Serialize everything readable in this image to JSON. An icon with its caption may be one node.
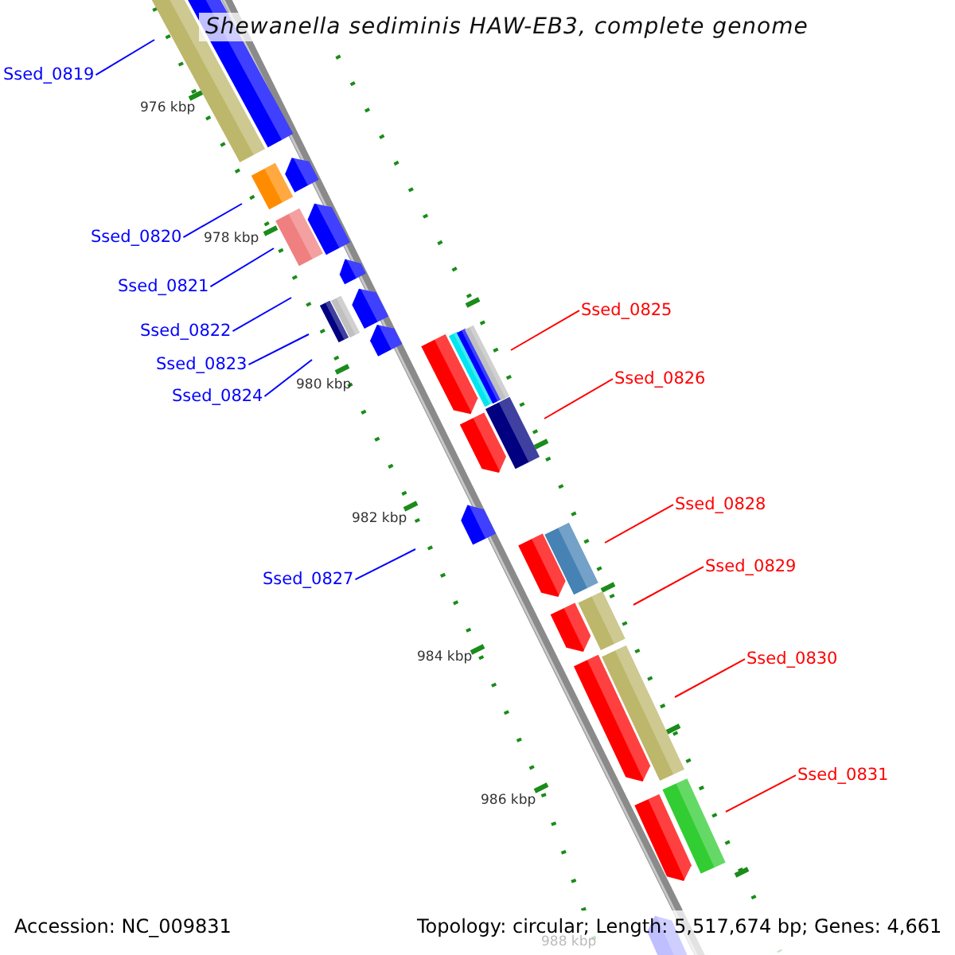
{
  "diagram": {
    "title": "Shewanella sediminis HAW-EB3, complete genome",
    "nodes": [
      {
        "text": [
          "Ssed_0819"
        ]
      },
      {
        "text": [
          "Ssed_0820"
        ]
      },
      {
        "text": [
          "Ssed_0821"
        ]
      },
      {
        "text": [
          "Ssed_0822"
        ]
      },
      {
        "text": [
          "Ssed_0823"
        ]
      },
      {
        "text": [
          "Ssed_0824"
        ]
      },
      {
        "text": [
          "Ssed_0825"
        ]
      },
      {
        "text": [
          "Ssed_0826"
        ]
      },
      {
        "text": [
          "Ssed_0827"
        ]
      },
      {
        "text": [
          "Ssed_0828"
        ]
      },
      {
        "text": [
          "Ssed_0829"
        ]
      },
      {
        "text": [
          "Ssed_0830"
        ]
      },
      {
        "text": [
          "Ssed_0831"
        ]
      }
    ],
    "edges": [
      {
        "from": 0,
        "to": null,
        "arrow": "none"
      },
      {
        "from": 1,
        "to": null,
        "arrow": "none"
      },
      {
        "from": 2,
        "to": null,
        "arrow": "none"
      },
      {
        "from": 3,
        "to": null,
        "arrow": "none"
      },
      {
        "from": 4,
        "to": null,
        "arrow": "none"
      },
      {
        "from": 5,
        "to": null,
        "arrow": "none"
      },
      {
        "from": 6,
        "to": null,
        "arrow": "none",
        "color": "#ff0000"
      },
      {
        "from": 7,
        "to": null,
        "arrow": "none",
        "color": "#ff0000"
      },
      {
        "from": 8,
        "to": null,
        "arrow": "none"
      },
      {
        "from": 9,
        "to": null,
        "arrow": "none",
        "color": "#ff0000"
      },
      {
        "from": 10,
        "to": null,
        "arrow": "none",
        "color": "#ff0000"
      },
      {
        "from": 11,
        "to": null,
        "arrow": "none",
        "color": "#ff0000"
      },
      {
        "from": 12,
        "to": null,
        "arrow": "none",
        "color": "#ff0000"
      }
    ],
    "labels": [
      "976 kbp",
      "978 kbp",
      "980 kbp",
      "982 kbp",
      "984 kbp",
      "986 kbp",
      "988 kbp",
      "Accession: NC_009831",
      "Topology: circular; Length: 5,517,674 bp; Genes: 4,661"
    ]
  }
}
